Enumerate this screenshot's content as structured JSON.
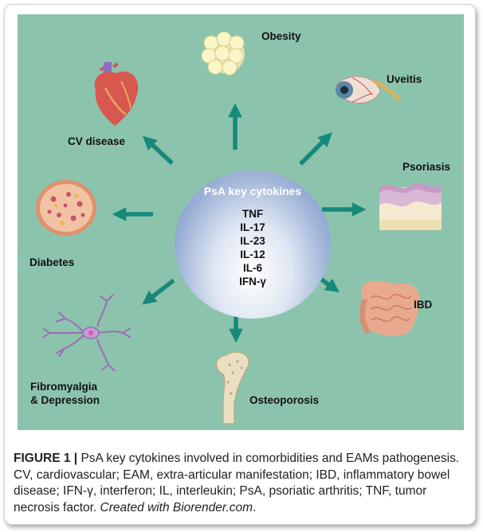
{
  "colors": {
    "panel_bg": "#8cc3ad",
    "arrow": "#17897a"
  },
  "hub": {
    "title": "PsA key cytokines",
    "cytokines": [
      "TNF",
      "IL-17",
      "IL-23",
      "IL-12",
      "IL-6",
      "IFN-γ"
    ]
  },
  "conditions": {
    "obesity": "Obesity",
    "uveitis": "Uveitis",
    "psoriasis": "Psoriasis",
    "ibd": "IBD",
    "osteoporosis": "Osteoporosis",
    "fibromyalgia_line1": "Fibromyalgia",
    "fibromyalgia_line2": "& Depression",
    "diabetes": "Diabetes",
    "cv_disease": "CV disease"
  },
  "caption": {
    "label": "FIGURE 1 |",
    "text": " PsA key cytokines involved in comorbidities and EAMs pathogenesis. CV, cardiovascular; EAM, extra-articular manifestation; IBD, inflammatory bowel disease; IFN-γ, interferon; IL, interleukin; PsA, psoriatic arthritis; TNF, tumor necrosis factor. ",
    "credit": "Created with Biorender.com",
    "end": "."
  }
}
